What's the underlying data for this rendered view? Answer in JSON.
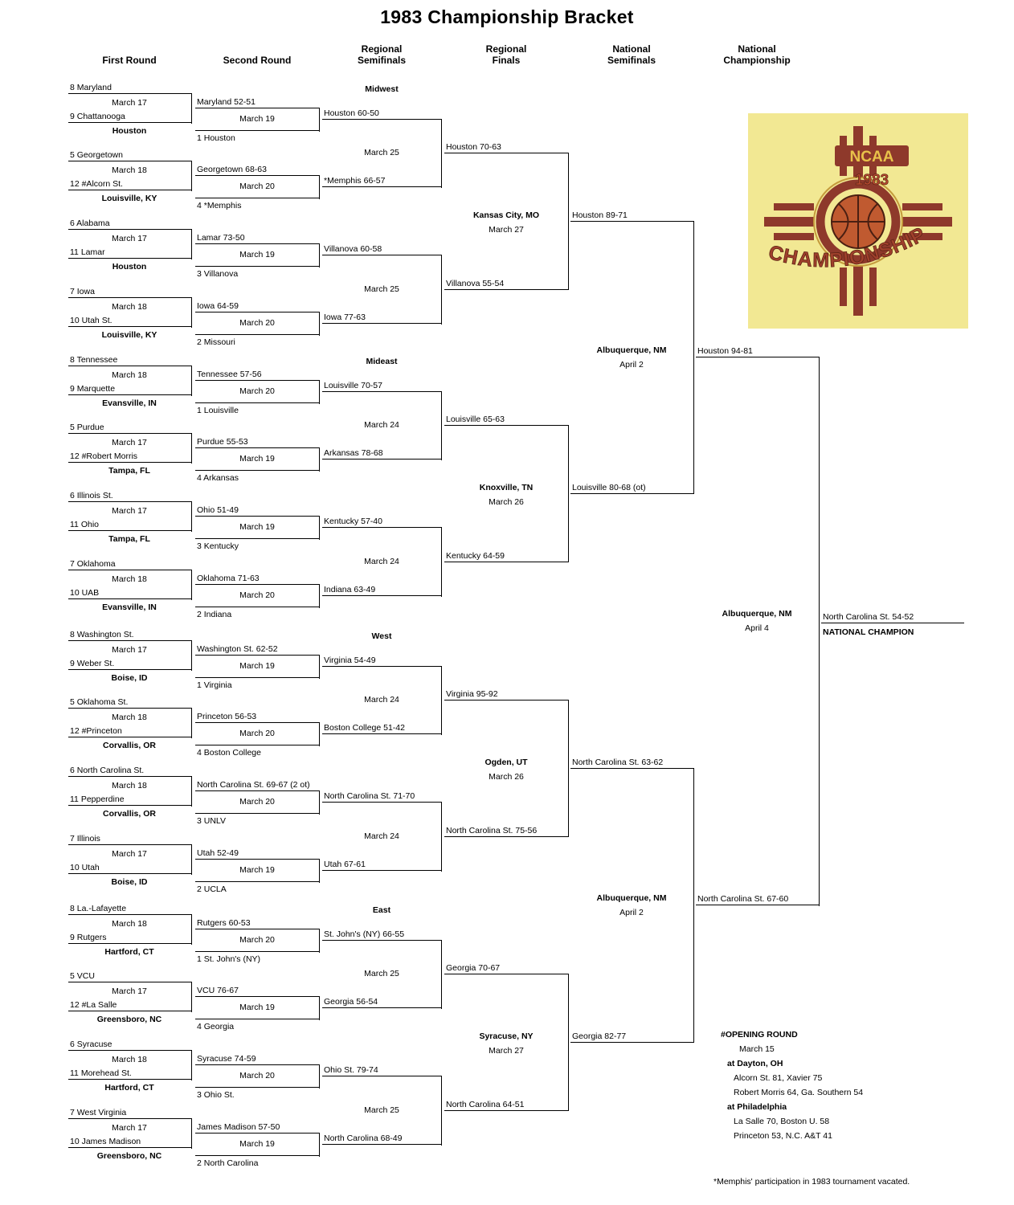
{
  "title": "1983 Championship Bracket",
  "columns": [
    "First Round",
    "Second Round",
    "Regional\nSemifinals",
    "Regional\nFinals",
    "National\nSemifinals",
    "National\nChampionship"
  ],
  "regions": [
    {
      "name": "Midwest",
      "pods": [
        {
          "top_team": "8 Maryland",
          "bottom_team": "9 Chattanooga",
          "date": "March 17",
          "site": "Houston",
          "winner2": "Maryland 52-51",
          "date2": "March 19",
          "bye_team": "1 Houston",
          "winner3": "Houston 60-50"
        },
        {
          "top_team": "5 Georgetown",
          "bottom_team": "12 #Alcorn St.",
          "date": "March 18",
          "site": "Louisville, KY",
          "winner2": "Georgetown 68-63",
          "date2": "March 20",
          "bye_team": "4 *Memphis",
          "winner3": "*Memphis 66-57"
        },
        {
          "top_team": "6 Alabama",
          "bottom_team": "11 Lamar",
          "date": "March 17",
          "site": "Houston",
          "winner2": "Lamar 73-50",
          "date2": "March 19",
          "bye_team": "3 Villanova",
          "winner3": "Villanova 60-58"
        },
        {
          "top_team": "7 Iowa",
          "bottom_team": "10 Utah St.",
          "date": "March 18",
          "site": "Louisville, KY",
          "winner2": "Iowa 64-59",
          "date2": "March 20",
          "bye_team": "2 Missouri",
          "winner3": "Iowa 77-63"
        }
      ],
      "semi_dates": [
        "March 25",
        "March 25"
      ],
      "semi_winners": [
        "Houston 70-63",
        "Villanova 55-54"
      ],
      "final_site": "Kansas City, MO",
      "final_date": "March 27",
      "final_winner": "Houston 89-71"
    },
    {
      "name": "Mideast",
      "pods": [
        {
          "top_team": "8 Tennessee",
          "bottom_team": "9 Marquette",
          "date": "March 18",
          "site": "Evansville, IN",
          "winner2": "Tennessee 57-56",
          "date2": "March 20",
          "bye_team": "1 Louisville",
          "winner3": "Louisville 70-57"
        },
        {
          "top_team": "5 Purdue",
          "bottom_team": "12 #Robert Morris",
          "date": "March 17",
          "site": "Tampa, FL",
          "winner2": "Purdue 55-53",
          "date2": "March 19",
          "bye_team": "4 Arkansas",
          "winner3": "Arkansas 78-68"
        },
        {
          "top_team": "6 Illinois St.",
          "bottom_team": "11 Ohio",
          "date": "March 17",
          "site": "Tampa, FL",
          "winner2": "Ohio 51-49",
          "date2": "March 19",
          "bye_team": "3 Kentucky",
          "winner3": "Kentucky 57-40"
        },
        {
          "top_team": "7 Oklahoma",
          "bottom_team": "10 UAB",
          "date": "March 18",
          "site": "Evansville, IN",
          "winner2": "Oklahoma 71-63",
          "date2": "March 20",
          "bye_team": "2 Indiana",
          "winner3": "Indiana 63-49"
        }
      ],
      "semi_dates": [
        "March 24",
        "March 24"
      ],
      "semi_winners": [
        "Louisville 65-63",
        "Kentucky 64-59"
      ],
      "final_site": "Knoxville, TN",
      "final_date": "March 26",
      "final_winner": "Louisville 80-68 (ot)"
    },
    {
      "name": "West",
      "pods": [
        {
          "top_team": "8 Washington St.",
          "bottom_team": "9 Weber St.",
          "date": "March 17",
          "site": "Boise, ID",
          "winner2": "Washington St. 62-52",
          "date2": "March 19",
          "bye_team": "1 Virginia",
          "winner3": "Virginia 54-49"
        },
        {
          "top_team": "5 Oklahoma St.",
          "bottom_team": "12 #Princeton",
          "date": "March 18",
          "site": "Corvallis, OR",
          "winner2": "Princeton 56-53",
          "date2": "March 20",
          "bye_team": "4 Boston College",
          "winner3": "Boston College 51-42"
        },
        {
          "top_team": "6 North Carolina St.",
          "bottom_team": "11 Pepperdine",
          "date": "March 18",
          "site": "Corvallis, OR",
          "winner2": "North Carolina St. 69-67 (2 ot)",
          "date2": "March 20",
          "bye_team": "3 UNLV",
          "winner3": "North Carolina St. 71-70"
        },
        {
          "top_team": "7 Illinois",
          "bottom_team": "10 Utah",
          "date": "March 17",
          "site": "Boise, ID",
          "winner2": "Utah 52-49",
          "date2": "March 19",
          "bye_team": "2 UCLA",
          "winner3": "Utah 67-61"
        }
      ],
      "semi_dates": [
        "March 24",
        "March 24"
      ],
      "semi_winners": [
        "Virginia 95-92",
        "North Carolina St. 75-56"
      ],
      "final_site": "Ogden, UT",
      "final_date": "March 26",
      "final_winner": "North Carolina St. 63-62"
    },
    {
      "name": "East",
      "pods": [
        {
          "top_team": "8 La.-Lafayette",
          "bottom_team": "9 Rutgers",
          "date": "March 18",
          "site": "Hartford, CT",
          "winner2": "Rutgers 60-53",
          "date2": "March 20",
          "bye_team": "1 St. John's (NY)",
          "winner3": "St. John's (NY) 66-55"
        },
        {
          "top_team": "5 VCU",
          "bottom_team": "12 #La Salle",
          "date": "March 17",
          "site": "Greensboro, NC",
          "winner2": "VCU 76-67",
          "date2": "March 19",
          "bye_team": "4 Georgia",
          "winner3": "Georgia 56-54"
        },
        {
          "top_team": "6 Syracuse",
          "bottom_team": "11 Morehead St.",
          "date": "March 18",
          "site": "Hartford, CT",
          "winner2": "Syracuse 74-59",
          "date2": "March 20",
          "bye_team": "3 Ohio St.",
          "winner3": "Ohio St. 79-74"
        },
        {
          "top_team": "7 West Virginia",
          "bottom_team": "10 James Madison",
          "date": "March 17",
          "site": "Greensboro, NC",
          "winner2": "James Madison 57-50",
          "date2": "March 19",
          "bye_team": "2 North Carolina",
          "winner3": "North Carolina 68-49"
        }
      ],
      "semi_dates": [
        "March 25",
        "March 25"
      ],
      "semi_winners": [
        "Georgia 70-67",
        "North Carolina 64-51"
      ],
      "final_site": "Syracuse, NY",
      "final_date": "March 27",
      "final_winner": "Georgia 82-77"
    }
  ],
  "national": {
    "semifinals": [
      {
        "site": "Albuquerque, NM",
        "date": "April 2",
        "winner": "Houston 94-81"
      },
      {
        "site": "Albuquerque, NM",
        "date": "April 2",
        "winner": "North Carolina St. 67-60"
      }
    ],
    "championship": {
      "site": "Albuquerque, NM",
      "date": "April 4",
      "winner": "North Carolina St. 54-52",
      "champion_label": "NATIONAL CHAMPION"
    }
  },
  "logo": {
    "org": "NCAA",
    "year": "1983",
    "word": "CHAMPIONSHIP",
    "bg": "#F2E893",
    "fg": "#8E392B"
  },
  "opening_round": {
    "heading": "#OPENING ROUND",
    "date": "March 15",
    "sections": [
      {
        "site": "at Dayton, OH",
        "games": [
          "Alcorn St. 81, Xavier 75",
          "Robert Morris 64, Ga. Southern 54"
        ]
      },
      {
        "site": "at Philadelphia",
        "games": [
          "La Salle 70, Boston U. 58",
          "Princeton 53, N.C. A&T 41"
        ]
      }
    ]
  },
  "footnote": "*Memphis' participation in 1983 tournament vacated."
}
